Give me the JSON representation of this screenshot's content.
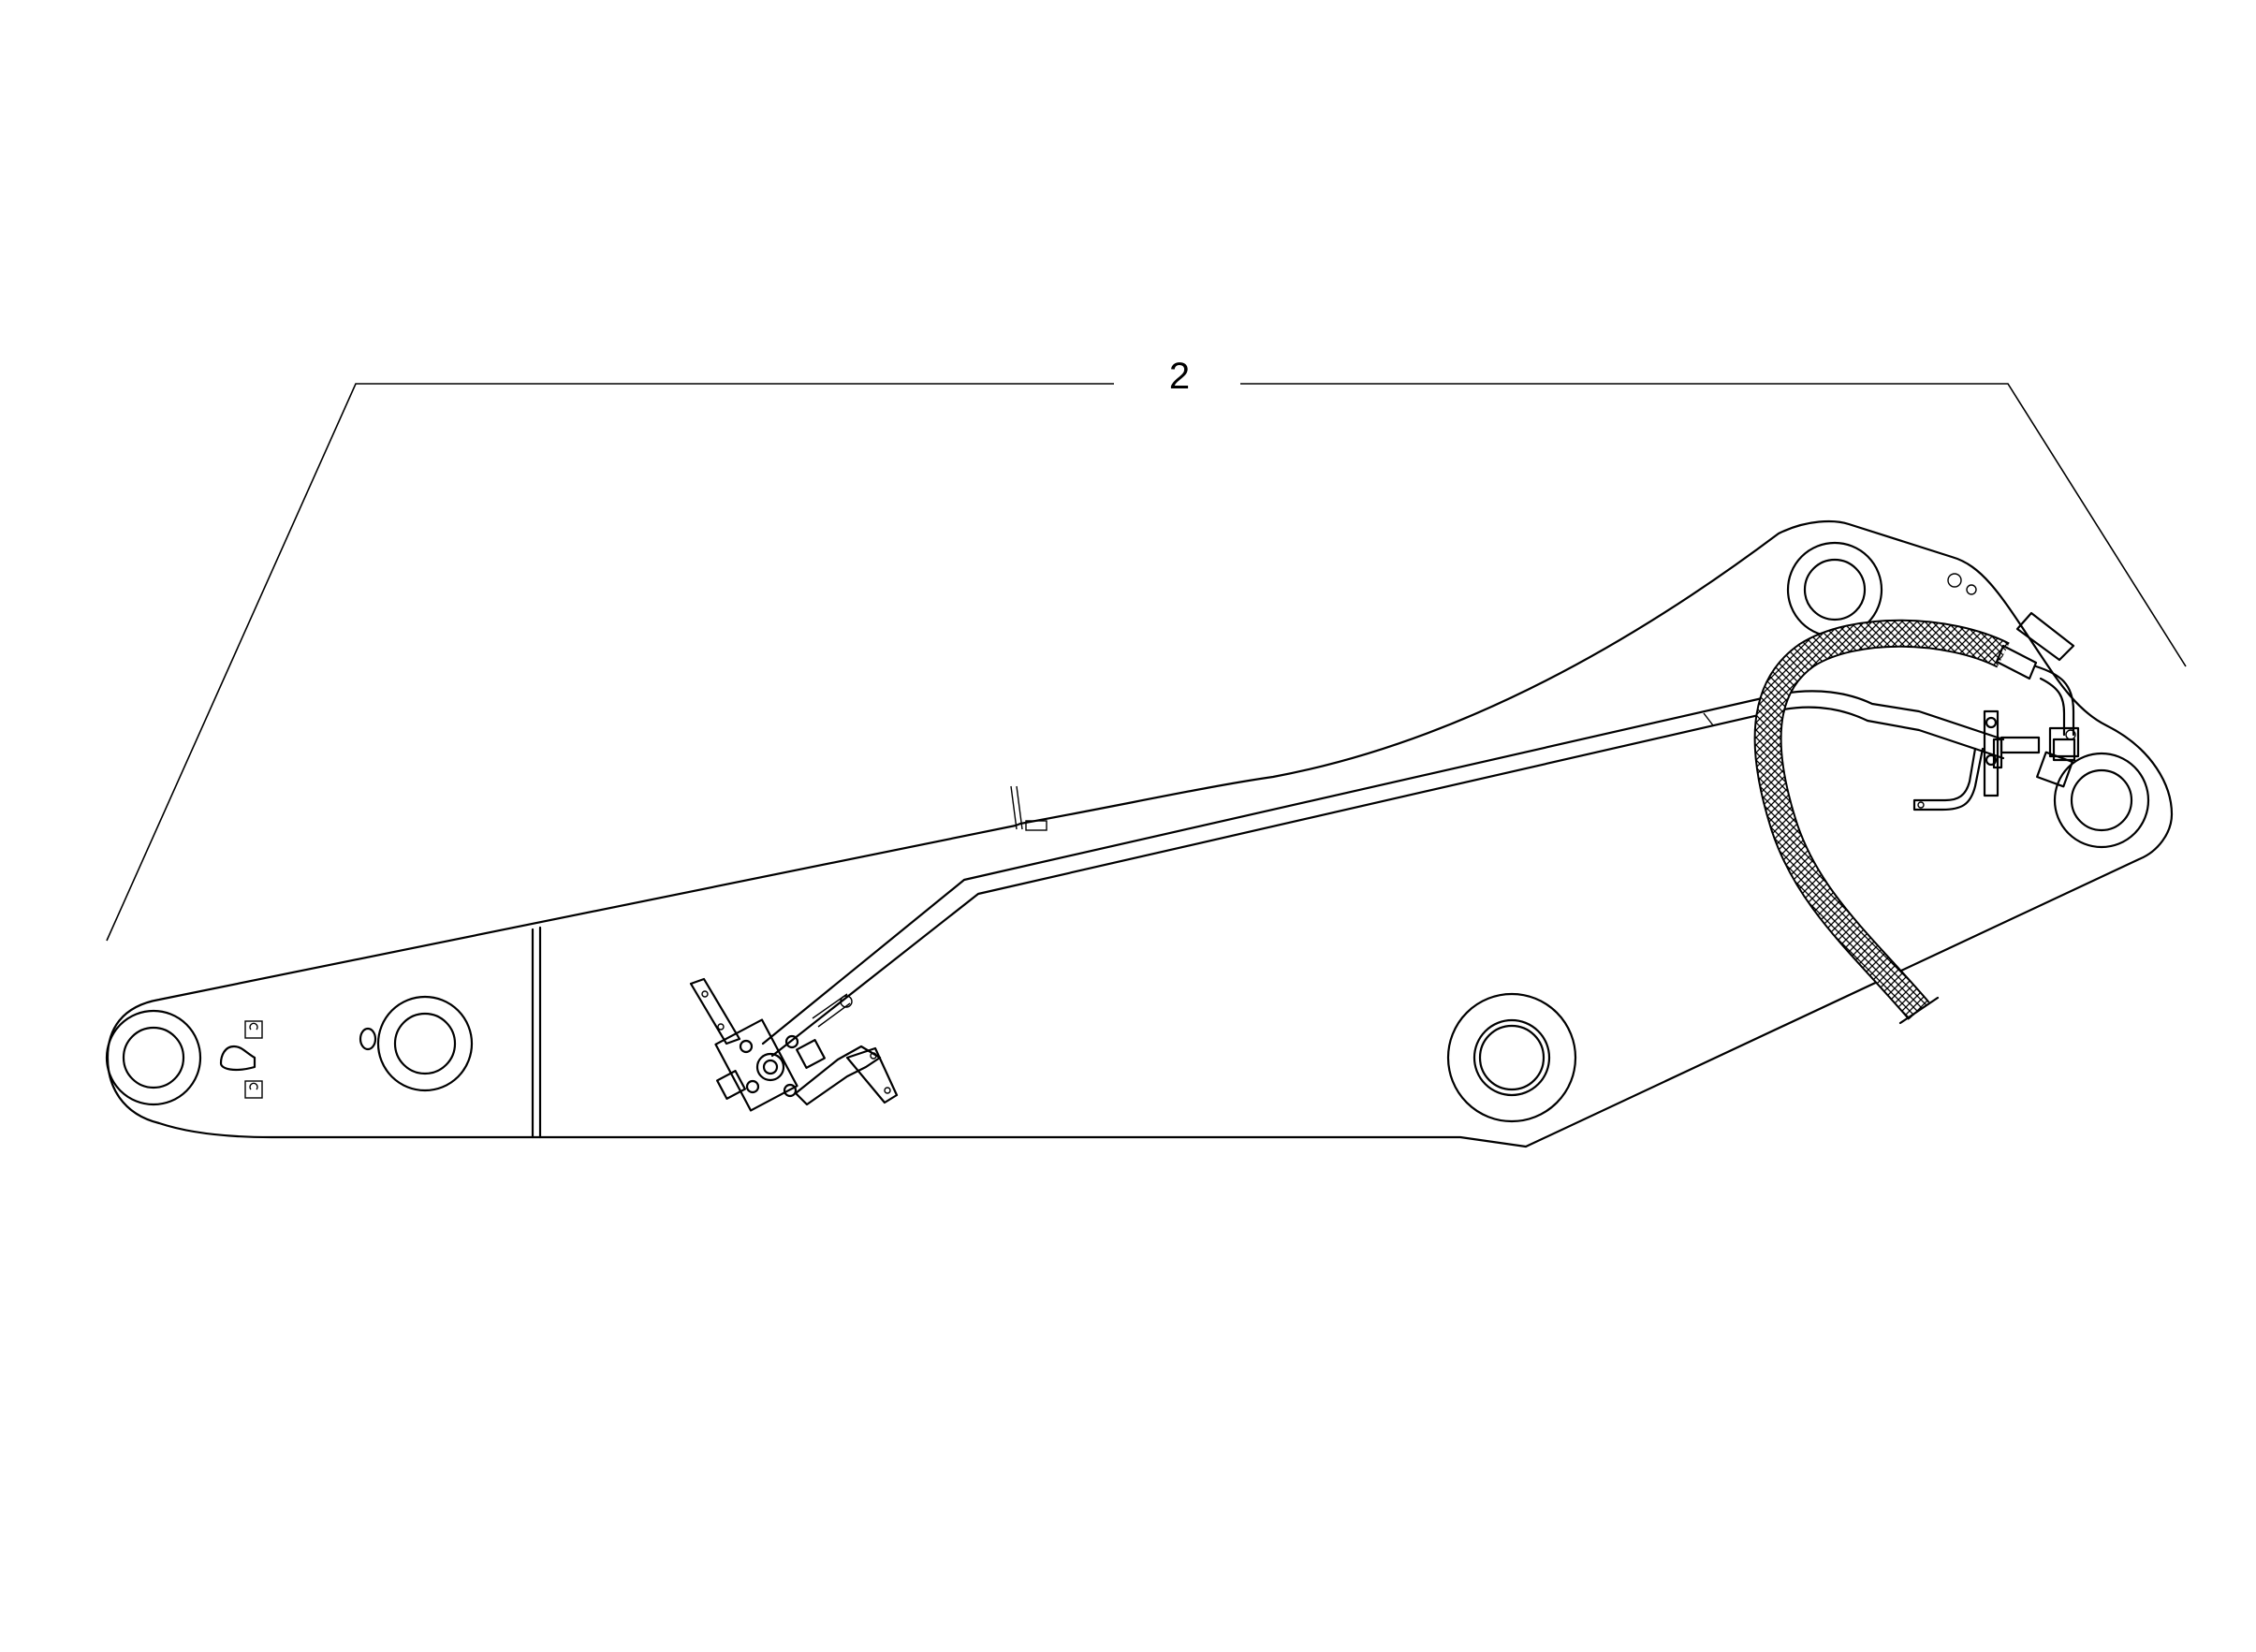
{
  "callout": {
    "label": "2"
  },
  "icons": {
    "boom": "excavator-boom-drawing",
    "hose": "braided-hydraulic-hose",
    "clamp": "pipe-clamp-bracket"
  },
  "colors": {
    "line": "#000000",
    "background": "#ffffff"
  }
}
